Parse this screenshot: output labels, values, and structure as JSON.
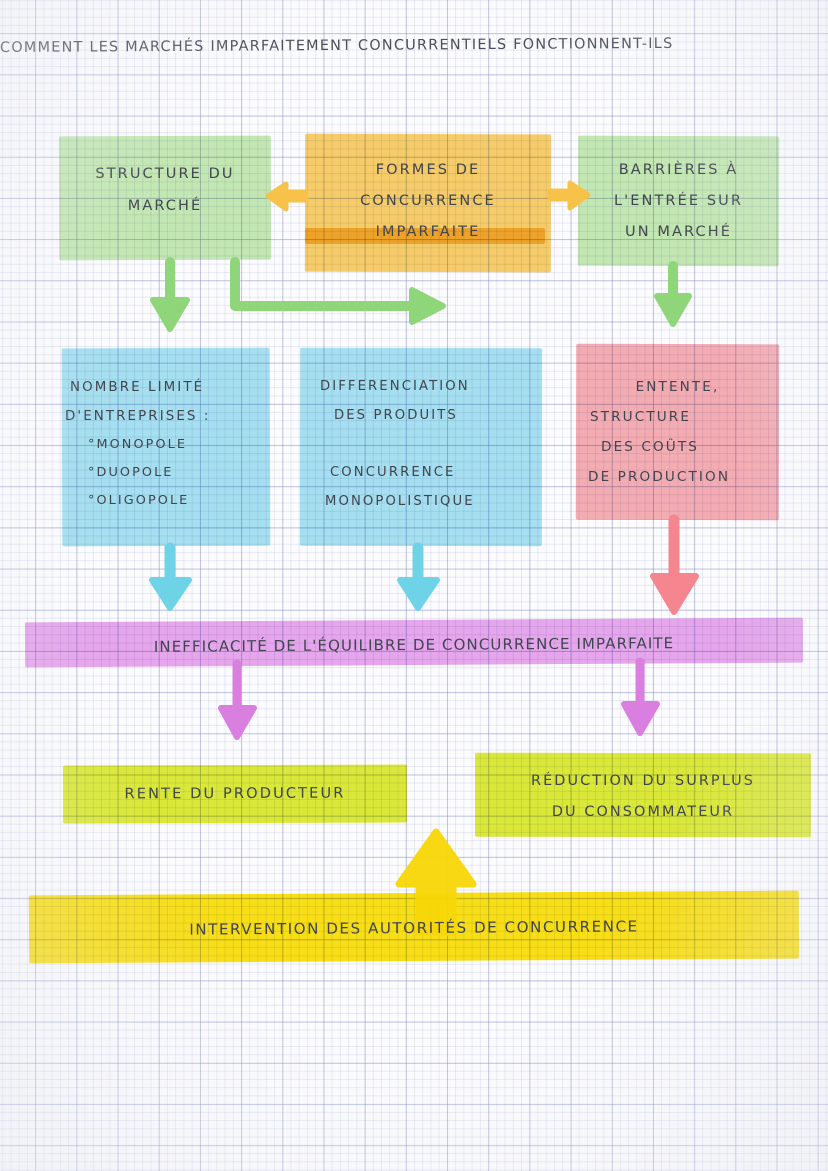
{
  "page": {
    "title": "COMMENT LES MARCHÉS IMPARFAITEMENT CONCURRENTIELS FONCTIONNENT-ILS",
    "medium": "hand-drawn mind map on graph paper",
    "paper_color": "#fcfcfe",
    "grid_color": "#7882be",
    "ink_color": "#40454f"
  },
  "palette": {
    "green": "#c6eab3",
    "orange": "#f9cf6a",
    "blue": "#a8e2f0",
    "pink": "#f7aeb4",
    "purple": "#e8a8ec",
    "lime": "#ddeb3a",
    "yellow": "#fbe117"
  },
  "row_top": {
    "boxes": [
      {
        "id": "structure-du-marche",
        "color": "#c6eab3",
        "lines": [
          "STRUCTURE DU",
          "MARCHÉ"
        ]
      },
      {
        "id": "formes-de-concurrence-imparfaite",
        "color": "#f9cf6a",
        "lines": [
          "FORMES  DE",
          "CONCURRENCE",
          "IMPARFAITE"
        ]
      },
      {
        "id": "barrieres-a-lentree",
        "color": "#c6eab3",
        "lines": [
          "BARRIÈRES À",
          "L'ENTRÉE SUR",
          "UN MARCHÉ"
        ]
      }
    ]
  },
  "row_middle": {
    "boxes": [
      {
        "id": "nombre-limite-dentreprises",
        "color": "#a8e2f0",
        "lines": [
          "NOMBRE LIMITÉ",
          "D'ENTREPRISES :",
          "°MONOPOLE",
          "°DUOPOLE",
          "°OLIGOPOLE"
        ]
      },
      {
        "id": "differenciation-des-produits",
        "color": "#a8e2f0",
        "lines": [
          "DIFFERENCIATION",
          "DES PRODUITS",
          "",
          "CONCURRENCE",
          "MONOPOLISTIQUE"
        ]
      },
      {
        "id": "entente-structure-des-couts",
        "color": "#f7aeb4",
        "lines": [
          "ENTENTE,",
          "STRUCTURE",
          "DES COÛTS",
          "DE PRODUCTION"
        ]
      }
    ]
  },
  "banner_inefficacite": {
    "id": "inefficacite-equilibre",
    "color": "#e8a8ec",
    "text": "INEFFICACITÉ DE L'ÉQUILIBRE DE CONCURRENCE IMPARFAITE"
  },
  "row_outcomes": {
    "boxes": [
      {
        "id": "rente-du-producteur",
        "color": "#ddeb3a",
        "lines": [
          "RENTE  DU  PRODUCTEUR"
        ]
      },
      {
        "id": "reduction-du-surplus",
        "color": "#ddeb3a",
        "lines": [
          "RÉDUCTION DU SURPLUS",
          "DU  CONSOMMATEUR"
        ]
      }
    ]
  },
  "banner_intervention": {
    "id": "intervention-autorites",
    "color": "#fbe117",
    "text": "INTERVENTION DES AUTORITÉS DE CONCURRENCE"
  },
  "connectors": [
    {
      "id": "arrow-formes-to-structure",
      "icon": "arrow-left-icon",
      "color": "#f6c24a",
      "from": "formes-de-concurrence-imparfaite",
      "to": "structure-du-marche"
    },
    {
      "id": "arrow-formes-to-barrieres",
      "icon": "arrow-right-icon",
      "color": "#f6c24a",
      "from": "formes-de-concurrence-imparfaite",
      "to": "barrieres-a-lentree"
    },
    {
      "id": "arrow-structure-to-nombre",
      "icon": "arrow-down-icon",
      "color": "#8fd67a",
      "from": "structure-du-marche",
      "to": "nombre-limite-dentreprises"
    },
    {
      "id": "arrow-structure-to-differenciation",
      "icon": "elbow-arrow-down-right-icon",
      "color": "#8fd67a",
      "from": "structure-du-marche",
      "to": "differenciation-des-produits"
    },
    {
      "id": "arrow-barrieres-to-entente",
      "icon": "arrow-down-icon",
      "color": "#8fd67a",
      "from": "barrieres-a-lentree",
      "to": "entente-structure-des-couts"
    },
    {
      "id": "arrow-nombre-to-inefficacite",
      "icon": "arrow-down-icon",
      "color": "#6fd3e8",
      "from": "nombre-limite-dentreprises",
      "to": "inefficacite-equilibre"
    },
    {
      "id": "arrow-differenciation-to-inefficacite",
      "icon": "arrow-down-icon",
      "color": "#6fd3e8",
      "from": "differenciation-des-produits",
      "to": "inefficacite-equilibre"
    },
    {
      "id": "arrow-entente-to-inefficacite",
      "icon": "arrow-down-icon",
      "color": "#f5868f",
      "from": "entente-structure-des-couts",
      "to": "inefficacite-equilibre"
    },
    {
      "id": "arrow-inefficacite-to-rente",
      "icon": "arrow-down-icon",
      "color": "#d87fe0",
      "from": "inefficacite-equilibre",
      "to": "rente-du-producteur"
    },
    {
      "id": "arrow-inefficacite-to-reduction",
      "icon": "arrow-down-icon",
      "color": "#d87fe0",
      "from": "inefficacite-equilibre",
      "to": "reduction-du-surplus"
    },
    {
      "id": "arrow-intervention-up",
      "icon": "arrow-up-icon",
      "color": "#f7d707",
      "from": "intervention-autorites",
      "to": "reduction-du-surplus"
    }
  ]
}
